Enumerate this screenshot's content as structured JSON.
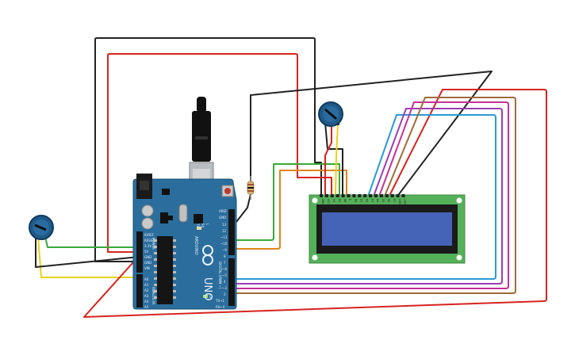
{
  "arduino": {
    "board_label": "UNO",
    "brand_label": "ARDUINO",
    "digital_header_label": "DIGITAL (PWM ~)",
    "analog_header_label": "ANALOG IN",
    "power_header_label": "POWER",
    "on_label": "ON",
    "tx_label": "TX",
    "rx_label": "RX",
    "l_label": "L",
    "aref_label": "AREF",
    "gnd_label": "GND",
    "pin_13": "13",
    "pin_12": "12",
    "pin_11": "~11",
    "pin_10": "~10",
    "pin_9": "~9",
    "pin_8": "8",
    "pin_7": "7",
    "pin_6": "~6",
    "pin_5": "~5",
    "pin_4": "4",
    "pin_3": "~3",
    "pin_2": "2",
    "pin_1": "TX→1",
    "pin_0": "RX←0",
    "a0": "A0",
    "a1": "A1",
    "a2": "A2",
    "a3": "A3",
    "a4": "A4",
    "a5": "A5",
    "ioref": "IOREF",
    "reset": "RESET",
    "v33": "3.3V",
    "v5": "5V",
    "gnd1": "GND",
    "gnd2": "GND",
    "vin": "VIN"
  },
  "lcd": {
    "pins": [
      "GND",
      "VCC",
      "V0",
      "RS",
      "RW",
      "E",
      "D0",
      "D1",
      "D2",
      "D3",
      "D4",
      "D5",
      "D6",
      "D7",
      "LED",
      "LED"
    ]
  },
  "colors": {
    "board": "#2b6d9c",
    "lcd_pcb": "#55b05a",
    "lcd_screen": "#4564b8",
    "wire_red": "#d6241f",
    "wire_black": "#222222",
    "wire_green": "#39a93a",
    "wire_orange": "#e2841a",
    "wire_yellow": "#e7d21a",
    "wire_blue": "#2a9bd3",
    "wire_purple": "#9b3fb0",
    "wire_magenta": "#c2329a",
    "wire_brown": "#a06b3c",
    "potentiometer": "#1f5a89"
  }
}
